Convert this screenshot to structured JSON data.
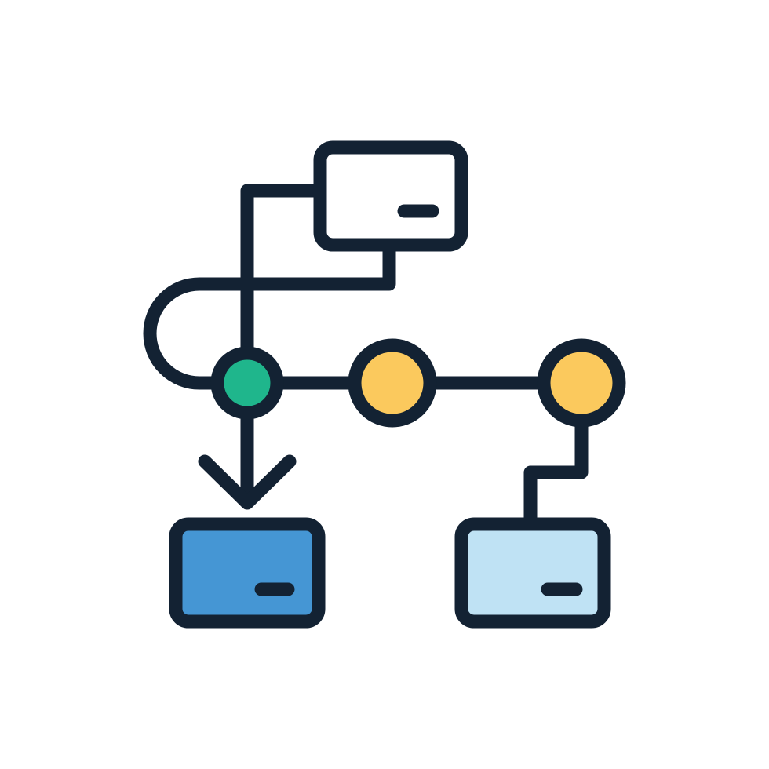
{
  "icon": {
    "name": "workflow-flowchart-icon",
    "style": "filled-outline"
  },
  "colors": {
    "background": "#ffffff",
    "outline": "#132233",
    "box_top": "#ffffff",
    "box_bottom_left": "#4596d4",
    "box_bottom_right": "#bfe2f4",
    "node_start": "#1fb68c",
    "node_middle": "#fbc95d",
    "node_end": "#fbc95d"
  },
  "elements": {
    "boxes": [
      "top-process-box",
      "bottom-left-process-box",
      "bottom-right-process-box"
    ],
    "nodes": [
      "start-node",
      "middle-node",
      "end-node"
    ],
    "arrow": "down-arrow"
  }
}
